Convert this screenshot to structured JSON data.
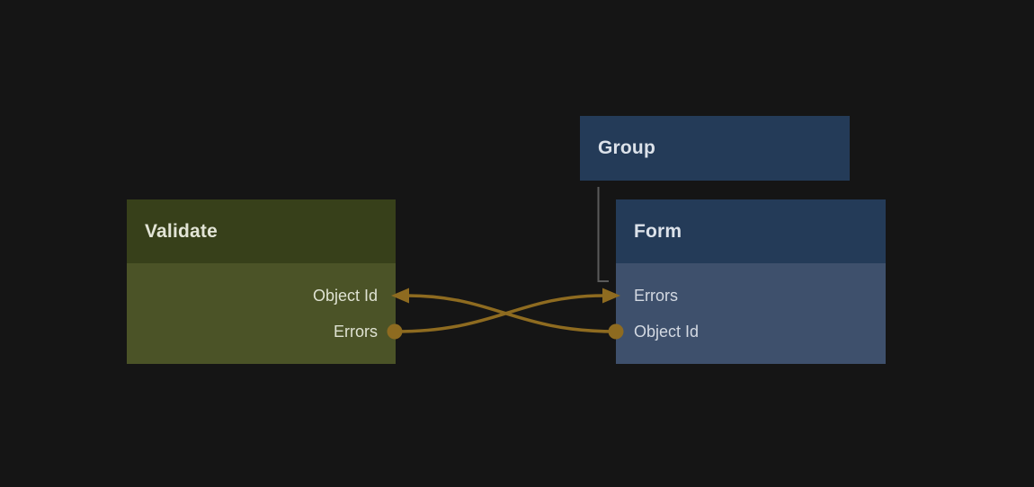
{
  "canvas": {
    "background": "#151515"
  },
  "colors": {
    "wire": "#8E6B20",
    "group_link": "#5A5A5A",
    "blue_node_header": "#243B58",
    "blue_node_body": "#3E506C",
    "olive_node_header": "#37401A",
    "olive_node_body": "#4B5327"
  },
  "nodes": {
    "group": {
      "title": "Group"
    },
    "validate": {
      "title": "Validate",
      "ports": [
        {
          "label": "Object Id",
          "direction": "input",
          "connector": "arrow"
        },
        {
          "label": "Errors",
          "direction": "output",
          "connector": "circle"
        }
      ]
    },
    "form": {
      "title": "Form",
      "ports": [
        {
          "label": "Errors",
          "direction": "input",
          "connector": "arrow"
        },
        {
          "label": "Object Id",
          "direction": "output",
          "connector": "circle"
        }
      ]
    }
  },
  "connections": [
    {
      "from": "Validate.Errors",
      "to": "Form.Errors",
      "type": "wire"
    },
    {
      "from": "Form.Object Id",
      "to": "Validate.Object Id",
      "type": "wire"
    },
    {
      "from": "Group",
      "to": "Form",
      "type": "group-link"
    }
  ]
}
